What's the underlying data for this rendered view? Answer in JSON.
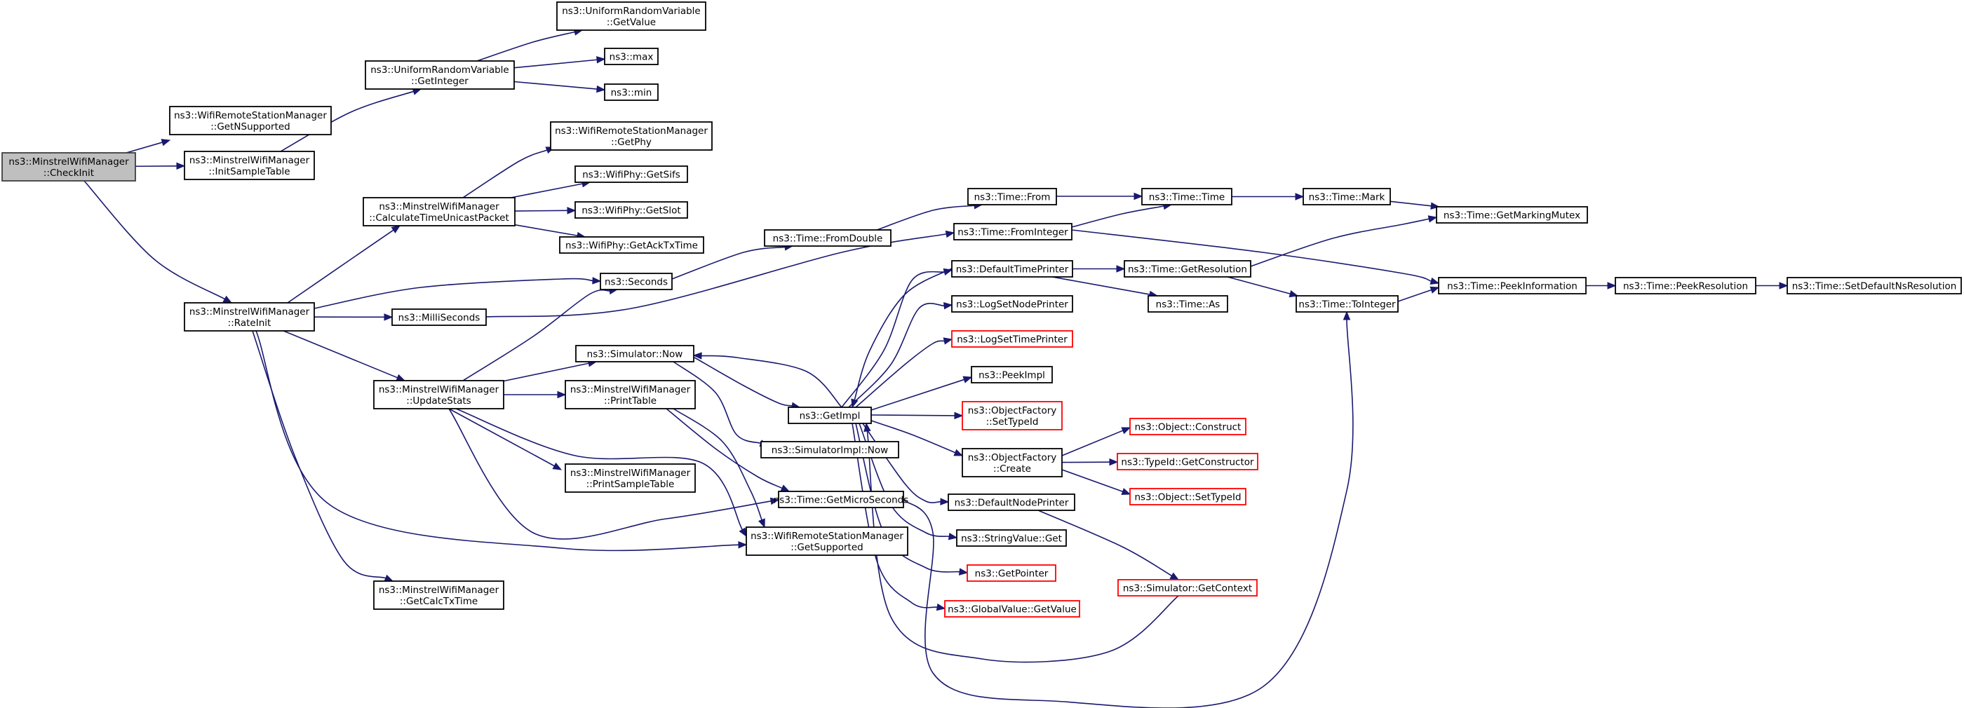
{
  "graph": {
    "nodes": [
      {
        "id": "checkinit",
        "lines": [
          "ns3::MinstrelWifiManager",
          "::CheckInit"
        ],
        "style": "root"
      },
      {
        "id": "getnsupported",
        "lines": [
          "ns3::WifiRemoteStationManager",
          "::GetNSupported"
        ],
        "style": "normal"
      },
      {
        "id": "initsampletable",
        "lines": [
          "ns3::MinstrelWifiManager",
          "::InitSampleTable"
        ],
        "style": "normal"
      },
      {
        "id": "rateinit",
        "lines": [
          "ns3::MinstrelWifiManager",
          "::RateInit"
        ],
        "style": "normal"
      },
      {
        "id": "urv_getvalue",
        "lines": [
          "ns3::UniformRandomVariable",
          "::GetValue"
        ],
        "style": "normal"
      },
      {
        "id": "urv_getinteger",
        "lines": [
          "ns3::UniformRandomVariable",
          "::GetInteger"
        ],
        "style": "normal"
      },
      {
        "id": "max",
        "lines": [
          "ns3::max"
        ],
        "style": "normal"
      },
      {
        "id": "min",
        "lines": [
          "ns3::min"
        ],
        "style": "normal"
      },
      {
        "id": "getphy",
        "lines": [
          "ns3::WifiRemoteStationManager",
          "::GetPhy"
        ],
        "style": "normal"
      },
      {
        "id": "calctimeunicast",
        "lines": [
          "ns3::MinstrelWifiManager",
          "::CalculateTimeUnicastPacket"
        ],
        "style": "normal"
      },
      {
        "id": "getsifs",
        "lines": [
          "ns3::WifiPhy::GetSifs"
        ],
        "style": "normal"
      },
      {
        "id": "getslot",
        "lines": [
          "ns3::WifiPhy::GetSlot"
        ],
        "style": "normal"
      },
      {
        "id": "getacktxtime",
        "lines": [
          "ns3::WifiPhy::GetAckTxTime"
        ],
        "style": "normal"
      },
      {
        "id": "seconds",
        "lines": [
          "ns3::Seconds"
        ],
        "style": "normal"
      },
      {
        "id": "milliseconds",
        "lines": [
          "ns3::MilliSeconds"
        ],
        "style": "normal"
      },
      {
        "id": "simnow",
        "lines": [
          "ns3::Simulator::Now"
        ],
        "style": "normal"
      },
      {
        "id": "updatestats",
        "lines": [
          "ns3::MinstrelWifiManager",
          "::UpdateStats"
        ],
        "style": "normal"
      },
      {
        "id": "printtable",
        "lines": [
          "ns3::MinstrelWifiManager",
          "::PrintTable"
        ],
        "style": "normal"
      },
      {
        "id": "printsampletable",
        "lines": [
          "ns3::MinstrelWifiManager",
          "::PrintSampleTable"
        ],
        "style": "normal"
      },
      {
        "id": "getcalctxtime",
        "lines": [
          "ns3::MinstrelWifiManager",
          "::GetCalcTxTime"
        ],
        "style": "normal"
      },
      {
        "id": "fromdouble",
        "lines": [
          "ns3::Time::FromDouble"
        ],
        "style": "normal"
      },
      {
        "id": "getimpl",
        "lines": [
          "ns3::GetImpl"
        ],
        "style": "normal"
      },
      {
        "id": "simimplnow",
        "lines": [
          "ns3::SimulatorImpl::Now"
        ],
        "style": "normal"
      },
      {
        "id": "getmicroseconds",
        "lines": [
          "ns3::Time::GetMicroSeconds"
        ],
        "style": "normal"
      },
      {
        "id": "getsupported",
        "lines": [
          "ns3::WifiRemoteStationManager",
          "::GetSupported"
        ],
        "style": "normal"
      },
      {
        "id": "timefrom",
        "lines": [
          "ns3::Time::From"
        ],
        "style": "normal"
      },
      {
        "id": "frominteger",
        "lines": [
          "ns3::Time::FromInteger"
        ],
        "style": "normal"
      },
      {
        "id": "defaulttimeprinter",
        "lines": [
          "ns3::DefaultTimePrinter"
        ],
        "style": "normal"
      },
      {
        "id": "logsetnodeprinter",
        "lines": [
          "ns3::LogSetNodePrinter"
        ],
        "style": "normal"
      },
      {
        "id": "logsettimeprinter",
        "lines": [
          "ns3::LogSetTimePrinter"
        ],
        "style": "red"
      },
      {
        "id": "peekimpl",
        "lines": [
          "ns3::PeekImpl"
        ],
        "style": "normal"
      },
      {
        "id": "objfactory_settypeid",
        "lines": [
          "ns3::ObjectFactory",
          "::SetTypeId"
        ],
        "style": "red"
      },
      {
        "id": "objfactory_create",
        "lines": [
          "ns3::ObjectFactory",
          "::Create"
        ],
        "style": "normal"
      },
      {
        "id": "defaultnodeprinter",
        "lines": [
          "ns3::DefaultNodePrinter"
        ],
        "style": "normal"
      },
      {
        "id": "stringvalue_get",
        "lines": [
          "ns3::StringValue::Get"
        ],
        "style": "normal"
      },
      {
        "id": "getpointer",
        "lines": [
          "ns3::GetPointer"
        ],
        "style": "red"
      },
      {
        "id": "globalvalue_getvalue",
        "lines": [
          "ns3::GlobalValue::GetValue"
        ],
        "style": "red"
      },
      {
        "id": "timetime",
        "lines": [
          "ns3::Time::Time"
        ],
        "style": "normal"
      },
      {
        "id": "getresolution",
        "lines": [
          "ns3::Time::GetResolution"
        ],
        "style": "normal"
      },
      {
        "id": "timeas",
        "lines": [
          "ns3::Time::As"
        ],
        "style": "normal"
      },
      {
        "id": "objconstruct",
        "lines": [
          "ns3::Object::Construct"
        ],
        "style": "red"
      },
      {
        "id": "typeid_getconstructor",
        "lines": [
          "ns3::TypeId::GetConstructor"
        ],
        "style": "red"
      },
      {
        "id": "objsettypeid",
        "lines": [
          "ns3::Object::SetTypeId"
        ],
        "style": "red"
      },
      {
        "id": "simgetcontext",
        "lines": [
          "ns3::Simulator::GetContext"
        ],
        "style": "red"
      },
      {
        "id": "timemark",
        "lines": [
          "ns3::Time::Mark"
        ],
        "style": "normal"
      },
      {
        "id": "timetointeger",
        "lines": [
          "ns3::Time::ToInteger"
        ],
        "style": "normal"
      },
      {
        "id": "getmarkingmutex",
        "lines": [
          "ns3::Time::GetMarkingMutex"
        ],
        "style": "normal"
      },
      {
        "id": "peekinformation",
        "lines": [
          "ns3::Time::PeekInformation"
        ],
        "style": "normal"
      },
      {
        "id": "peekresolution",
        "lines": [
          "ns3::Time::PeekResolution"
        ],
        "style": "normal"
      },
      {
        "id": "setdefaultnsresolution",
        "lines": [
          "ns3::Time::SetDefaultNsResolution"
        ],
        "style": "normal"
      }
    ],
    "edges": [
      [
        "checkinit",
        "getnsupported"
      ],
      [
        "checkinit",
        "initsampletable"
      ],
      [
        "checkinit",
        "rateinit"
      ],
      [
        "initsampletable",
        "urv_getinteger"
      ],
      [
        "urv_getinteger",
        "urv_getvalue"
      ],
      [
        "urv_getinteger",
        "max"
      ],
      [
        "urv_getinteger",
        "min"
      ],
      [
        "rateinit",
        "calctimeunicast"
      ],
      [
        "rateinit",
        "seconds"
      ],
      [
        "rateinit",
        "milliseconds"
      ],
      [
        "rateinit",
        "updatestats"
      ],
      [
        "rateinit",
        "getsupported"
      ],
      [
        "rateinit",
        "getcalctxtime"
      ],
      [
        "calctimeunicast",
        "getphy"
      ],
      [
        "calctimeunicast",
        "getsifs"
      ],
      [
        "calctimeunicast",
        "getslot"
      ],
      [
        "calctimeunicast",
        "getacktxtime"
      ],
      [
        "seconds",
        "fromdouble"
      ],
      [
        "milliseconds",
        "frominteger"
      ],
      [
        "updatestats",
        "seconds"
      ],
      [
        "updatestats",
        "simnow"
      ],
      [
        "updatestats",
        "printtable"
      ],
      [
        "updatestats",
        "printsampletable"
      ],
      [
        "updatestats",
        "getmicroseconds"
      ],
      [
        "updatestats",
        "getsupported"
      ],
      [
        "printtable",
        "getmicroseconds"
      ],
      [
        "printtable",
        "getsupported"
      ],
      [
        "simnow",
        "getimpl"
      ],
      [
        "simnow",
        "simimplnow"
      ],
      [
        "fromdouble",
        "timefrom"
      ],
      [
        "timefrom",
        "timetime"
      ],
      [
        "frominteger",
        "timetime"
      ],
      [
        "frominteger",
        "peekinformation"
      ],
      [
        "timetime",
        "timemark"
      ],
      [
        "timemark",
        "getmarkingmutex"
      ],
      [
        "getimpl",
        "simnow"
      ],
      [
        "getimpl",
        "defaulttimeprinter"
      ],
      [
        "getimpl",
        "logsetnodeprinter"
      ],
      [
        "getimpl",
        "logsettimeprinter"
      ],
      [
        "getimpl",
        "peekimpl"
      ],
      [
        "getimpl",
        "objfactory_settypeid"
      ],
      [
        "getimpl",
        "objfactory_create"
      ],
      [
        "getimpl",
        "defaultnodeprinter"
      ],
      [
        "getimpl",
        "stringvalue_get"
      ],
      [
        "getimpl",
        "getpointer"
      ],
      [
        "getimpl",
        "globalvalue_getvalue"
      ],
      [
        "defaulttimeprinter",
        "getimpl"
      ],
      [
        "defaulttimeprinter",
        "getresolution"
      ],
      [
        "defaulttimeprinter",
        "timeas"
      ],
      [
        "getresolution",
        "getmarkingmutex"
      ],
      [
        "getresolution",
        "timetointeger"
      ],
      [
        "objfactory_create",
        "objconstruct"
      ],
      [
        "objfactory_create",
        "typeid_getconstructor"
      ],
      [
        "objfactory_create",
        "objsettypeid"
      ],
      [
        "defaultnodeprinter",
        "simgetcontext"
      ],
      [
        "simgetcontext",
        "getimpl"
      ],
      [
        "getmicroseconds",
        "timetointeger"
      ],
      [
        "timetointeger",
        "peekinformation"
      ],
      [
        "peekinformation",
        "peekresolution"
      ],
      [
        "peekresolution",
        "setdefaultnsresolution"
      ]
    ]
  }
}
